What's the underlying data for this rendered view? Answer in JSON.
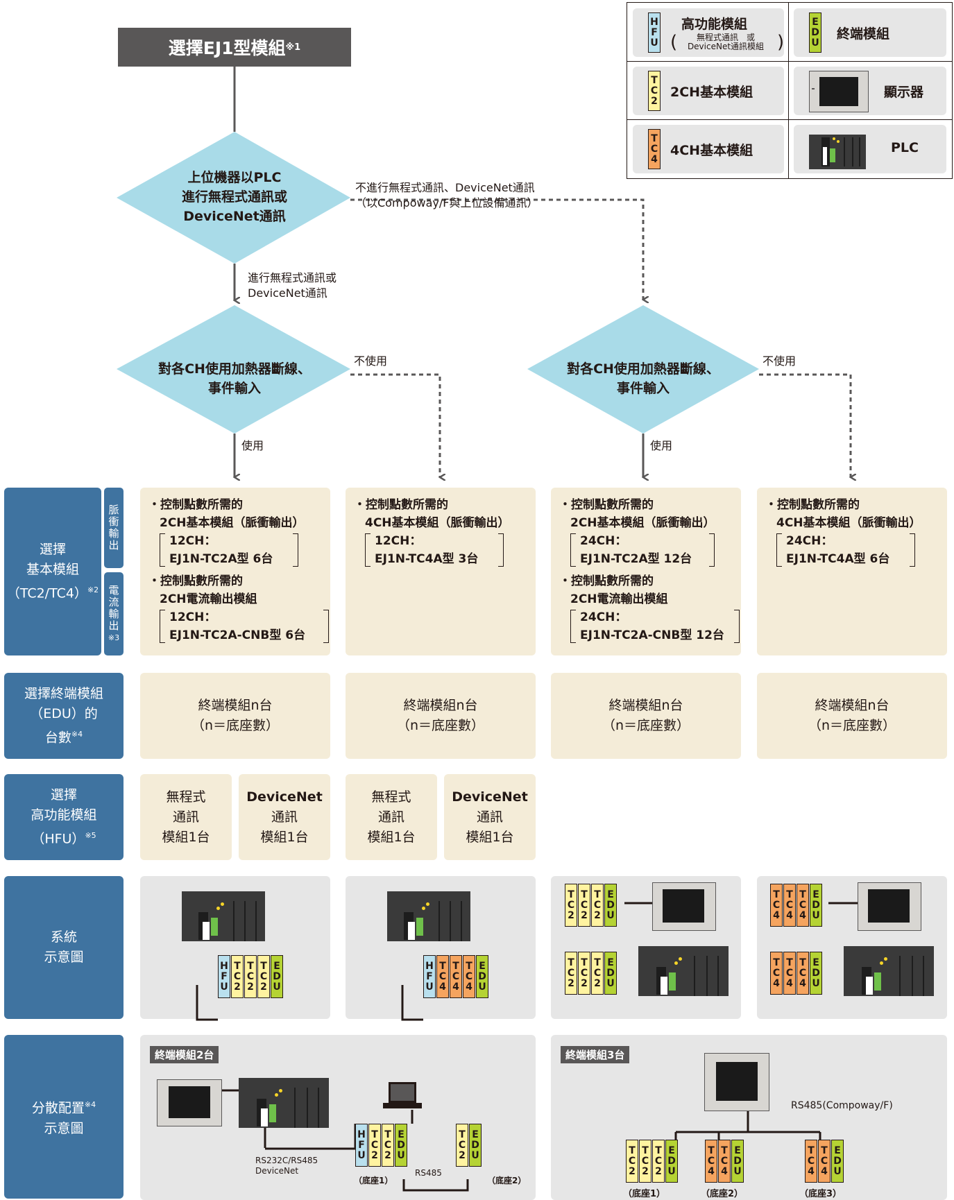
{
  "start": {
    "label": "選擇EJ1型模組",
    "note": "※1"
  },
  "decision1": {
    "line1": "上位機器以PLC",
    "line2": "進行無程式通訊或",
    "line3": "DeviceNet通訊"
  },
  "branch_no_comm": {
    "line1": "不進行無程式通訊、DeviceNet通訊",
    "line2": "（以Compoway/F與上位設備通訊）"
  },
  "branch_comm": {
    "line1": "進行無程式通訊或",
    "line2": "DeviceNet通訊"
  },
  "decision2": {
    "line1": "對各CH使用加熱器斷線、",
    "line2": "事件輸入"
  },
  "use_label": "使用",
  "nouse_label": "不使用",
  "rows": {
    "basic": {
      "line1": "選擇",
      "line2": "基本模組",
      "line3": "（TC2/TC4）",
      "note": "※2"
    },
    "pulse_tab": [
      "脈",
      "衝",
      "輸",
      "出"
    ],
    "current_tab": [
      "電",
      "流",
      "輸",
      "出"
    ],
    "current_note": "※3",
    "edu": {
      "line1": "選擇終端模組",
      "line2": "（EDU）的",
      "line3": "台數",
      "note": "※4"
    },
    "hfu": {
      "line1": "選擇",
      "line2": "高功能模組",
      "line3": "（HFU）",
      "note": "※5"
    },
    "system": {
      "line1": "系統",
      "line2": "示意圖"
    },
    "dist": {
      "line1": "分散配置",
      "line2": "示意圖",
      "note": "※4"
    }
  },
  "basic_cells": [
    {
      "a1": "・控制點數所需的",
      "a2": "2CH基本模組（脈衝輸出）",
      "a3": "12CH：",
      "a4": "EJ1N-TC2A型 6台",
      "b1": "・控制點數所需的",
      "b2": "2CH電流輸出模組",
      "b3": "12CH：",
      "b4": "EJ1N-TC2A-CNB型 6台"
    },
    {
      "a1": "・控制點數所需的",
      "a2": "4CH基本模組（脈衝輸出）",
      "a3": "12CH：",
      "a4": "EJ1N-TC4A型 3台"
    },
    {
      "a1": "・控制點數所需的",
      "a2": "2CH基本模組（脈衝輸出）",
      "a3": "24CH：",
      "a4": "EJ1N-TC2A型 12台",
      "b1": "・控制點數所需的",
      "b2": "2CH電流輸出模組",
      "b3": "24CH：",
      "b4": "EJ1N-TC2A-CNB型 12台"
    },
    {
      "a1": "・控制點數所需的",
      "a2": "4CH基本模組（脈衝輸出）",
      "a3": "24CH：",
      "a4": "EJ1N-TC4A型 6台"
    }
  ],
  "edu_cell": {
    "line1": "終端模組n台",
    "line2": "（n＝底座數）"
  },
  "hfu_cells": [
    {
      "line1": "無程式",
      "line2": "通訊",
      "line3": "模組1台"
    },
    {
      "line1": "DeviceNet",
      "line2": "通訊",
      "line3": "模組1台"
    }
  ],
  "legend": {
    "hfu_title": "高功能模組",
    "hfu_sub1": "無程式通訊",
    "hfu_sub2": "或",
    "hfu_sub3": "DeviceNet通訊模組",
    "edu": "終端模組",
    "tc2": "2CH基本模組",
    "display": "顯示器",
    "tc4": "4CH基本模組",
    "plc": "PLC"
  },
  "module_letters": {
    "hfu": [
      "H",
      "F",
      "U"
    ],
    "tc2": [
      "T",
      "C",
      "2"
    ],
    "tc4": [
      "T",
      "C",
      "4"
    ],
    "edu": [
      "E",
      "D",
      "U"
    ]
  },
  "dist_left": {
    "tag": "終端模組2台",
    "comm1": "RS232C/RS485",
    "comm2": "DeviceNet",
    "rs485": "RS485",
    "base1": "（底座1）",
    "base2": "（底座2）"
  },
  "dist_right": {
    "tag": "終端模組3台",
    "comm": "RS485(Compoway/F)",
    "base1": "（底座1）",
    "base2": "（底座2）",
    "base3": "（底座3）"
  },
  "colors": {
    "label_blue": "#3f73a0",
    "diamond": "#a9dbe8",
    "cream": "#f4ecd8",
    "grey": "#e6e6e6",
    "hfu": "#b9e0ee",
    "tc2": "#fff3a0",
    "tc4": "#f5a45f",
    "edu": "#b5d334",
    "start": "#595757"
  }
}
